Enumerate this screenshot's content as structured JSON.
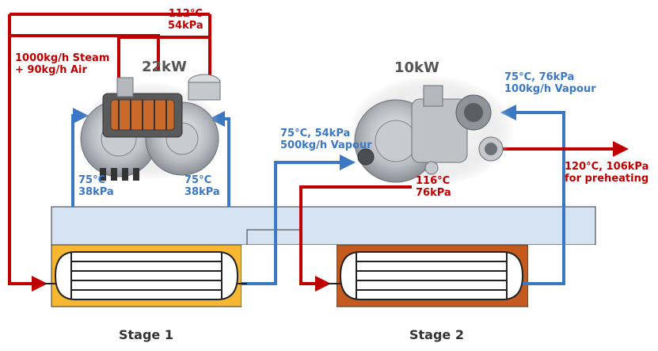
{
  "compressors": {
    "stage1_power": "22kW",
    "stage2_power": "10kW"
  },
  "labels": {
    "top_temp": "112°C",
    "top_pressure": "54kPa",
    "feed_line1": "1000kg/h Steam",
    "feed_line2": "+ 90kg/h Air",
    "left_inlet_temp": "75°C",
    "left_inlet_pressure": "38kPa",
    "right_inlet_temp": "75°C",
    "right_inlet_pressure": "38kPa",
    "mid_line1": "75°C, 54kPa",
    "mid_line2": "500kg/h Vapour",
    "stage2_out_temp": "116°C",
    "stage2_out_pressure": "76kPa",
    "vapour_line1": "75°C, 76kPa",
    "vapour_line2": "100kg/h Vapour",
    "outlet_line1": "120°C, 106kPa",
    "outlet_line2": "for preheating"
  },
  "stages": {
    "stage1": "Stage 1",
    "stage2": "Stage 2"
  },
  "colors": {
    "hot": "#c00000",
    "cold": "#3a78c3",
    "stage1_fill": "#f7b731",
    "stage2_fill": "#c45a1e",
    "tank_fill": "#d6e3f3"
  }
}
